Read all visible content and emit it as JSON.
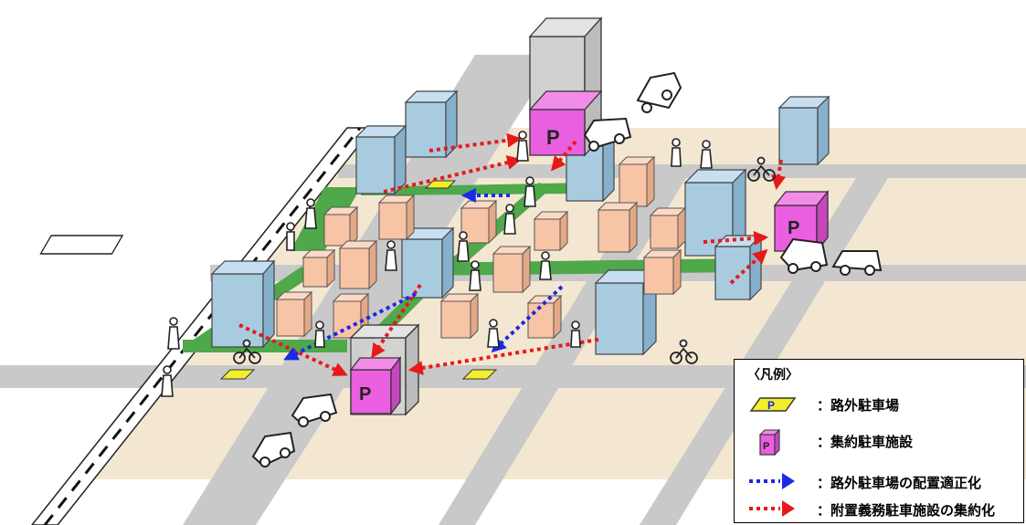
{
  "colors": {
    "ground": "#f4e7d1",
    "road": "#c9c9c9",
    "green_path": "#4fa84a",
    "blue_building": "#a9cbe0",
    "pink_building": "#f7c4a6",
    "parking_facility": "#ea5fe0",
    "parking_lot": "#f2ee2a",
    "blue_arrow": "#1a2ae6",
    "red_arrow": "#e61a1a"
  },
  "scene": {
    "parking_symbol": "P"
  },
  "legend": {
    "title": "〈凡例〉",
    "items": [
      {
        "icon": "off-street-parking-lot-icon",
        "label": "：路外駐車場"
      },
      {
        "icon": "consolidated-parking-facility-icon",
        "label": "：集約駐車施設"
      },
      {
        "icon": "blue-dotted-arrow-icon",
        "label": "：路外駐車場の配置適正化"
      },
      {
        "icon": "red-dotted-arrow-icon",
        "label": "：附置義務駐車施設の集約化"
      }
    ]
  }
}
